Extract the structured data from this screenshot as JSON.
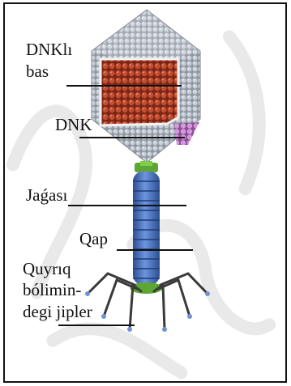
{
  "diagram": {
    "labels": {
      "head_dna": [
        "DNKlı",
        "bas"
      ],
      "dna": "DNK",
      "collar": "Jaǵası",
      "sheath": "Qap",
      "tail_fibers": [
        "Quyrıq",
        "bólimin-",
        "degi jipler"
      ]
    },
    "colors": {
      "capsid": "#9aa3ad",
      "dna_red": "#b8452e",
      "dna_purple": "#b77bc0",
      "collar_green": "#6fbf3a",
      "sheath_blue": "#4a74c2",
      "legs": "#3a3a3a"
    }
  }
}
